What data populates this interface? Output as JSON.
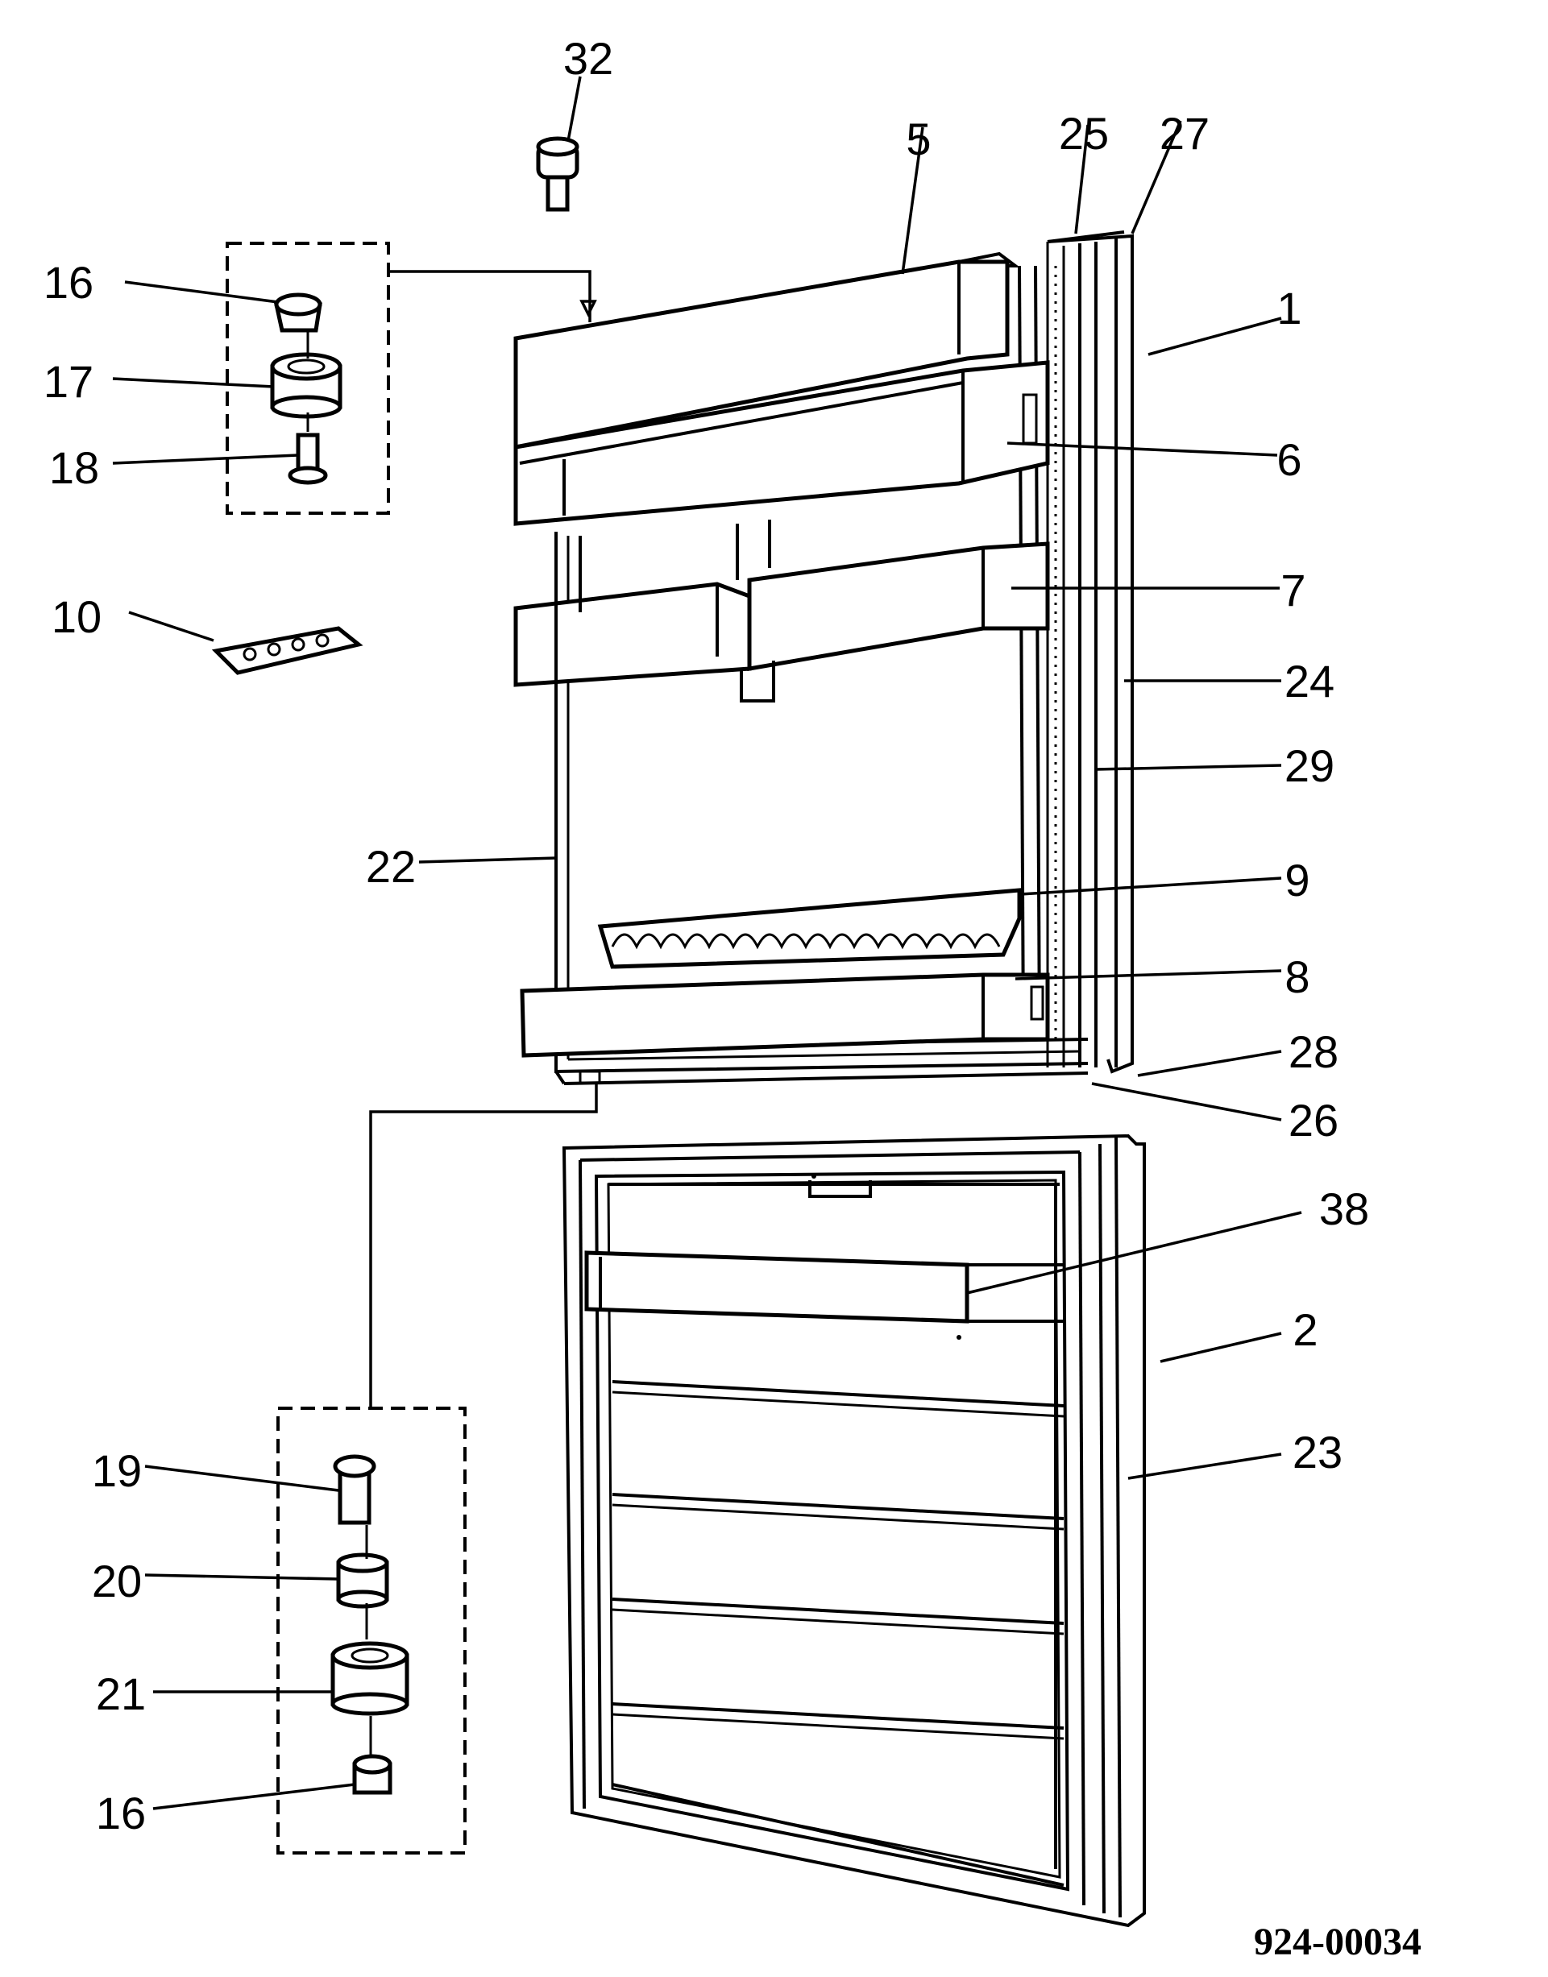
{
  "callouts": {
    "c1": "1",
    "c2": "2",
    "c5": "5",
    "c6": "6",
    "c7": "7",
    "c8": "8",
    "c9": "9",
    "c10": "10",
    "c16a": "16",
    "c16b": "16",
    "c17": "17",
    "c18": "18",
    "c19": "19",
    "c20": "20",
    "c21": "21",
    "c22": "22",
    "c23": "23",
    "c24": "24",
    "c25": "25",
    "c26": "26",
    "c27": "27",
    "c28": "28",
    "c29": "29",
    "c32": "32",
    "c38": "38"
  },
  "document_number": "924-00034"
}
